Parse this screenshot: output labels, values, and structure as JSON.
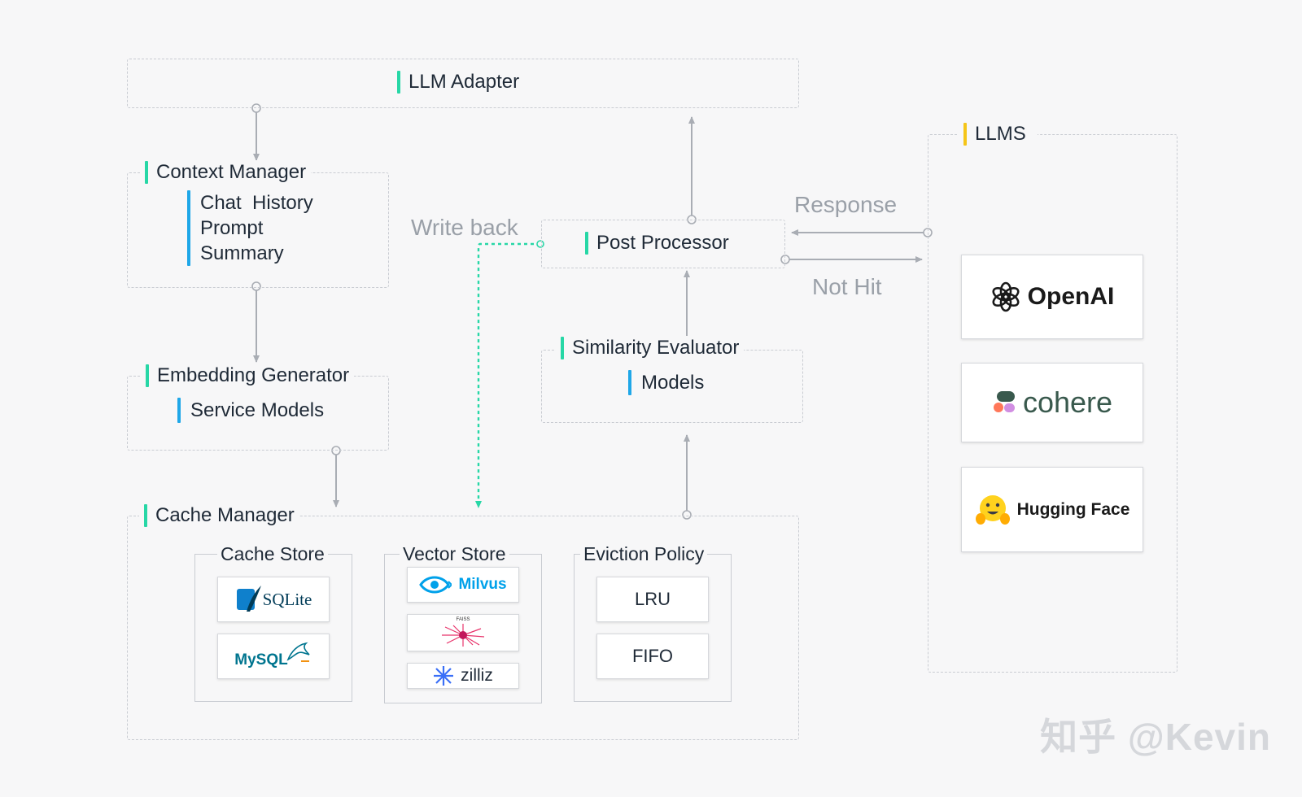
{
  "llm_adapter": {
    "title": "LLM Adapter"
  },
  "context_manager": {
    "title": "Context Manager",
    "items": [
      "Chat  History",
      "Prompt",
      "Summary"
    ]
  },
  "embedding_generator": {
    "title": "Embedding Generator",
    "items": [
      "Service Models"
    ]
  },
  "post_processor": {
    "title": "Post Processor"
  },
  "similarity_evaluator": {
    "title": "Similarity Evaluator",
    "items": [
      "Models"
    ]
  },
  "cache_manager": {
    "title": "Cache Manager",
    "cache_store": {
      "title": "Cache Store",
      "logos": [
        "SQLite",
        "MySQL"
      ]
    },
    "vector_store": {
      "title": "Vector Store",
      "logos": [
        "Milvus",
        "FAISS",
        "zilliz"
      ]
    },
    "eviction_policy": {
      "title": "Eviction Policy",
      "items": [
        "LRU",
        "FIFO"
      ]
    }
  },
  "llms": {
    "title": "LLMS",
    "providers": [
      "OpenAI",
      "cohere",
      "Hugging Face"
    ]
  },
  "edge_labels": {
    "write_back": "Write back",
    "response": "Response",
    "not_hit": "Not Hit"
  },
  "watermark": "知乎 @Kevin",
  "colors": {
    "accent_green": "#27d7a6",
    "accent_blue": "#1fa7e8",
    "accent_yellow": "#f5c518",
    "line_gray": "#a9adb4"
  }
}
